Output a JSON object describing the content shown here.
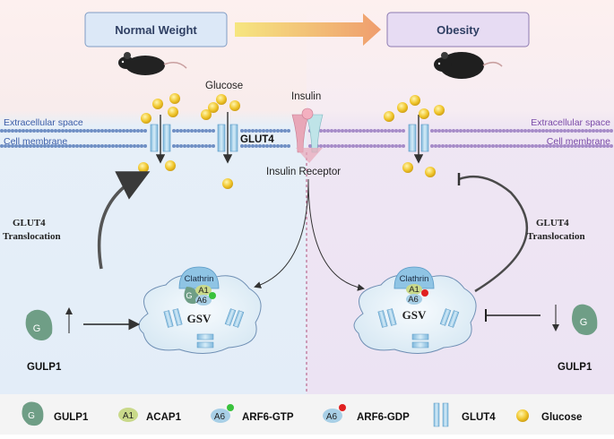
{
  "header": {
    "left_label": "Normal Weight",
    "right_label": "Obesity"
  },
  "labels": {
    "extracellular_left": "Extracellular space",
    "extracellular_right": "Extracellular space",
    "membrane_left": "Cell membrane",
    "membrane_right": "Cell membrane",
    "glucose": "Glucose",
    "insulin": "Insulin",
    "glut4": "GLUT4",
    "insulin_receptor": "Insulin Receptor",
    "translocation_left_1": "GLUT4",
    "translocation_left_2": "Translocation",
    "translocation_right_1": "GLUT4",
    "translocation_right_2": "Translocation",
    "clathrin_left": "Clathrin",
    "clathrin_right": "Clathrin",
    "gsv_left": "GSV",
    "gsv_right": "GSV",
    "gulp1_left": "GULP1",
    "gulp1_right": "GULP1",
    "g": "G",
    "a1": "A1",
    "a6": "A6"
  },
  "legend": {
    "items": [
      {
        "symbol": "G",
        "label": "GULP1"
      },
      {
        "symbol": "A1",
        "label": "ACAP1"
      },
      {
        "symbol": "A6",
        "label": "ARF6-GTP"
      },
      {
        "symbol": "A6",
        "label": "ARF6-GDP"
      },
      {
        "symbol": "",
        "label": "GLUT4"
      },
      {
        "symbol": "",
        "label": "Glucose"
      }
    ]
  },
  "colors": {
    "membrane_left": "#6f8fc4",
    "membrane_right": "#a68bc8",
    "glucose": "#f0c52a",
    "arf6_gtp_dot": "#39c23c",
    "arf6_gdp_dot": "#e02020",
    "header_box_left": "#dce8f7",
    "header_box_right": "#e7dcf3"
  }
}
